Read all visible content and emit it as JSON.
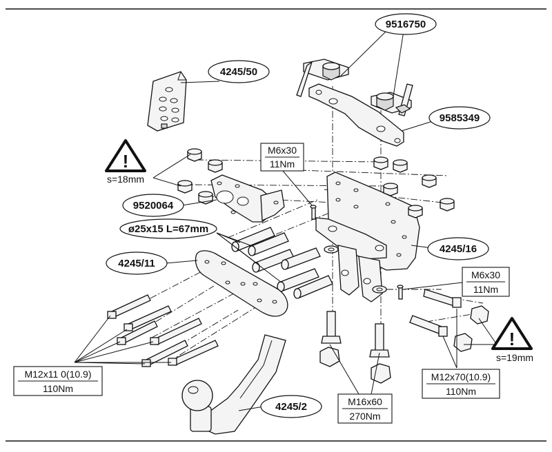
{
  "labels": {
    "p9516750": "9516750",
    "p4245_50": "4245/50",
    "p9585349": "9585349",
    "p9520064": "9520064",
    "p4245_11": "4245/11",
    "p4245_16": "4245/16",
    "p4245_2": "4245/2",
    "tube": "ø25x15 L=67mm"
  },
  "boxes": {
    "m6_left": {
      "line1": "M6x30",
      "line2": "11Nm"
    },
    "m6_right": {
      "line1": "M6x30",
      "line2": "11Nm"
    },
    "m12_left": {
      "line1": "M12x11 0(10.9)",
      "line2": "110Nm"
    },
    "m12_right": {
      "line1": "M12x70(10.9)",
      "line2": "110Nm"
    },
    "m16": {
      "line1": "M16x60",
      "line2": "270Nm"
    }
  },
  "warnings": {
    "left": {
      "symbol": "!",
      "text": "s=18mm"
    },
    "right": {
      "symbol": "!",
      "text": "s=19mm"
    }
  },
  "colors": {
    "line": "#111111",
    "fill": "#f4f4f4",
    "background": "#ffffff"
  }
}
